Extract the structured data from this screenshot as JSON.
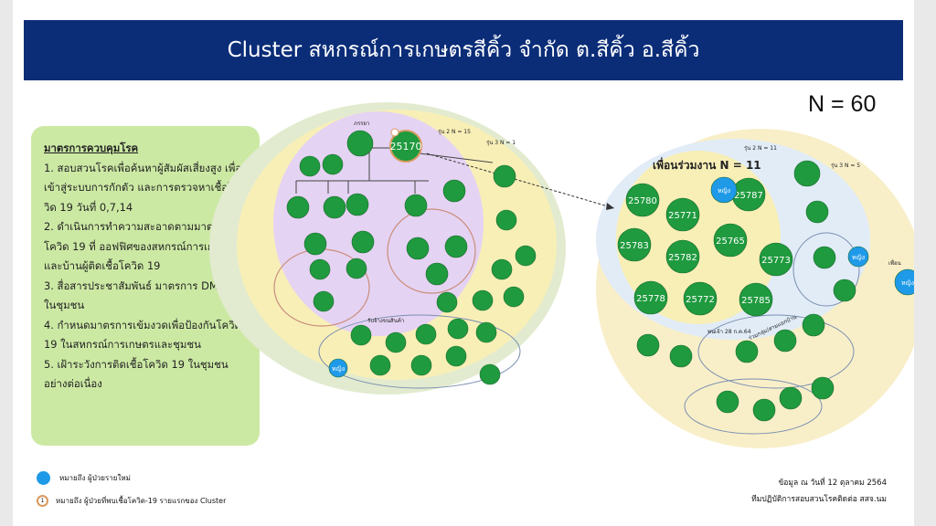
{
  "title": "Cluster สหกรณ์การเกษตรสีคิ้ว จำกัด ต.สีคิ้ว อ.สีคิ้ว",
  "n_total": "N = 60",
  "measures": {
    "heading": "มาตรการควบคุมโรค",
    "items": [
      "1. สอบสวนโรคเพื่อค้นหาผู้สัมผัสเสี่ยงสูง เพื่อเข้าสู่ระบบการกักตัว และการตรวจหาเชื้อโควิด 19 วันที่ 0,7,14",
      "2. ดำเนินการทำความสะอาดตามมาตรการโควิด 19 ที่ ออฟฟิศของสหกรณ์การเกษตร และบ้านผู้ติดเชื้อโควิด 19",
      "3. สื่อสารประชาสัมพันธ์ มาตรการ DMHTTA ในชุมชน",
      "4. กำหนดมาตรการเข้มงวดเพื่อป้องกันโควิด 19 ในสหกรณ์การเกษตรและชุมชน",
      "5. เฝ้าระวังการติดเชื้อโควิด 19 ในชุมชนอย่างต่อเนื่อง"
    ]
  },
  "diagram": {
    "index_case": "25170",
    "gen_labels": {
      "g2_left": "รุ่น 2 N = 15",
      "g3_left": "รุ่น 3 N = 1",
      "g2_right": "รุ่น 2 N = 11",
      "g3_right": "รุ่น 3 N = 5"
    },
    "coworkers_label": "เพื่อนร่วมงาน N = 11",
    "coworker_cases": [
      "25780",
      "25771",
      "25787",
      "25783",
      "25782",
      "25765",
      "25773",
      "25778",
      "25772",
      "25785"
    ],
    "relation_labels": {
      "wife": "ภรรยา",
      "coop_store": "รับจ้างขนสินค้า",
      "cousin": "พนเจ้า 28 ก.ค.64",
      "friend": "เพื่อน",
      "via_house": "ร่วมกลุ่ม/สามแยกบ้าน"
    },
    "blue_label": "หญิง",
    "colors": {
      "case": "#1f9a3e",
      "new_case": "#1e9ae8",
      "gen1": "#e5d3f3",
      "gen2": "#f8efb7",
      "gen3": "#dfe8cc",
      "right_outer": "#f8efc9",
      "right_mid": "#e1ecf7"
    }
  },
  "legend": {
    "new_case": "หมายถึง ผู้ป่วยรายใหม่",
    "cluster_ring": "หมายถึง ผู้ป่วยที่พบเชื้อโควิด-19 รายแรกของ Cluster",
    "ring_mark": "1"
  },
  "source": {
    "date": "ข้อมูล ณ วันที่ 12 ตุลาคม 2564",
    "team": "ทีมปฏิบัติการสอบสวนโรคติดต่อ สสจ.นม"
  }
}
